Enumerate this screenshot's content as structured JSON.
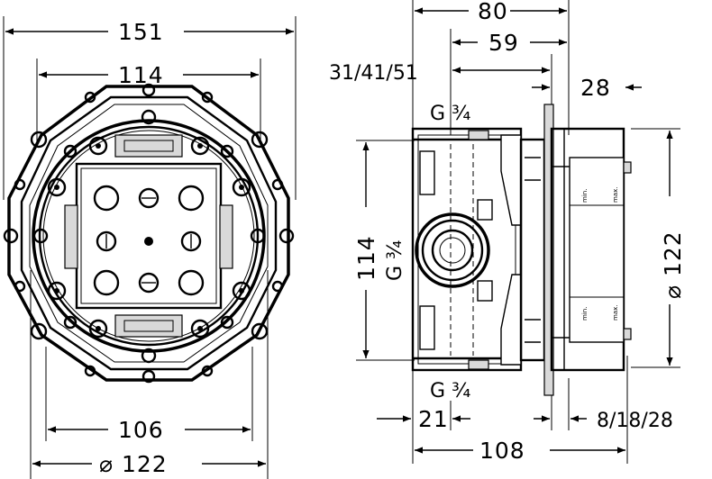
{
  "front_view": {
    "dim_overall_width": "151",
    "dim_inner_width": "114",
    "dim_bottom_width": "106",
    "dim_bottom_diameter": "⌀ 122"
  },
  "side_view": {
    "dim_depth_total": "80",
    "dim_depth_59": "59",
    "dim_depth_variants": "31/41/51",
    "dim_plate_28": "28",
    "thread_top": "G ¾",
    "thread_side": "G ¾",
    "thread_bottom": "G ¾",
    "dim_height_114": "114",
    "dim_diameter_122": "⌀ 122",
    "dim_21": "21",
    "dim_variants_bottom": "8/18/28",
    "dim_108": "108",
    "mark_min": "min.",
    "mark_max": "max."
  }
}
